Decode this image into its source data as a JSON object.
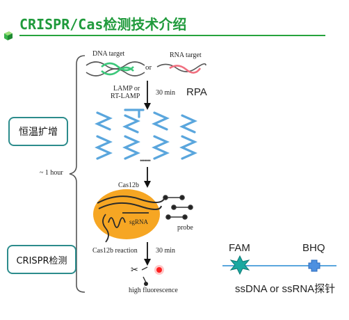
{
  "title": "CRISPR/Cas检测技术介绍",
  "labels": {
    "dna_target": "DNA target",
    "rna_target": "RNA target",
    "or": "or",
    "lamp_line1": "LAMP or",
    "lamp_line2": "RT-LAMP",
    "time_30min_1": "30 min",
    "rpa": "RPA",
    "dots": "•••••••",
    "one_hour": "~ 1 hour",
    "cas12b": "Cas12b",
    "sgrna": "sgRNA",
    "probe": "probe",
    "cas12b_reaction": "Cas12b reaction",
    "time_30min_2": "30 min",
    "high_fluorescence": "high fluorescence",
    "fam": "FAM",
    "bhq": "BHQ",
    "probe_caption": "ssDNA or ssRNA探针"
  },
  "boxes": {
    "isothermal": "恒温扩增",
    "crispr": "CRISPR检测"
  },
  "colors": {
    "title_green": "#1f9a3b",
    "box_border": "#2c8c8c",
    "dna_green": "#3cc77a",
    "rna_red": "#f07080",
    "amplicon_blue": "#5aa6dd",
    "cas_orange": "#f6a623",
    "fam_teal": "#1aa8a0",
    "bhq_blue": "#4d90e0",
    "fluor_red": "#ff2020"
  }
}
